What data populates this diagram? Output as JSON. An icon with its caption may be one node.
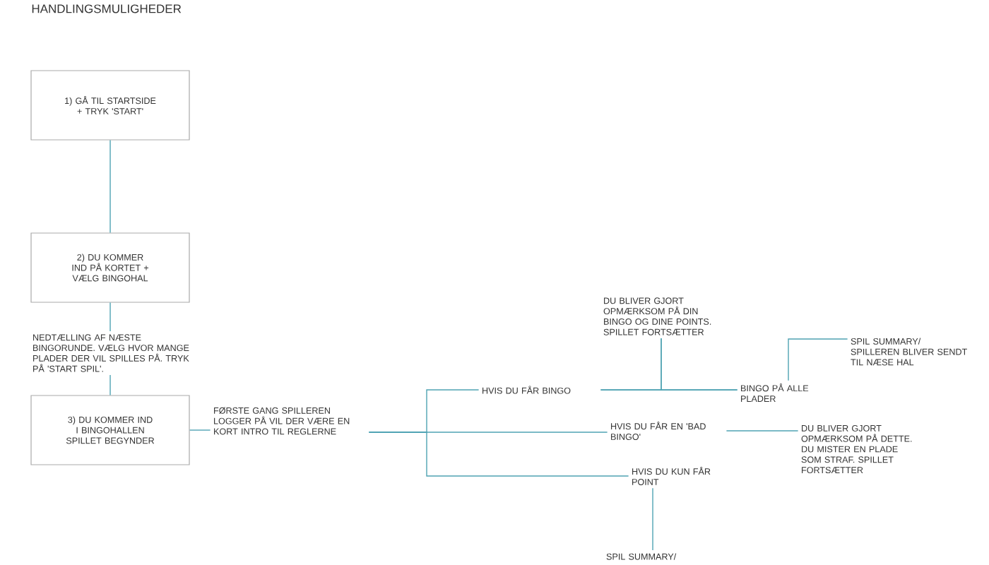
{
  "diagram": {
    "title": "HANDLINGSMULIGHEDER",
    "nodes": [
      {
        "text": [
          "1) GÅ TIL STARTSIDE + TRYK 'START'"
        ]
      },
      {
        "text": [
          "2) DU KOMMER IND PÅ KORTET + VÆLG BINGOHAL"
        ]
      },
      {
        "text": [
          "NEDTÆLLING AF NÆSTE BINGORUNDE. VÆLG HVOR MANGE PLADER DER VIL SPILLES PÅ. TRYK PÅ 'START SPIL'."
        ]
      },
      {
        "text": [
          "3) DU KOMMER IND I BINGOHALLEN SPILLET BEGYNDER"
        ]
      },
      {
        "text": [
          "FØRSTE GANG SPILLEREN LOGGER PÅ VIL DER VÆRE EN KORT INTRO TIL REGLERNE"
        ]
      },
      {
        "text": [
          "HVIS DU FÅR BINGO"
        ]
      },
      {
        "text": [
          "DU BLIVER GJORT OPMÆRKSOM PÅ DIN BINGO OG DINE POINTS. SPILLET FORTSÆTTER"
        ]
      },
      {
        "text": [
          "BINGO PÅ ALLE PLADER"
        ]
      },
      {
        "text": [
          "SPIL SUMMARY/ SPILLEREN BLIVER SENDT TIL NÆSE HAL"
        ]
      },
      {
        "text": [
          "HVIS DU FÅR EN 'BAD BINGO'"
        ]
      },
      {
        "text": [
          "DU BLIVER GJORT OPMÆRKSOM PÅ DETTE. DU MISTER EN PLADE SOM STRAF. SPILLET FORTSÆTTER"
        ]
      },
      {
        "text": [
          "HVIS DU KUN FÅR POINT"
        ]
      },
      {
        "text": [
          "SPIL SUMMARY/"
        ]
      }
    ],
    "edges": [
      {
        "from": 0,
        "to": 1,
        "arrow": "none"
      },
      {
        "from": 1,
        "to": 2,
        "arrow": "none"
      },
      {
        "from": 2,
        "to": 3,
        "arrow": "none"
      },
      {
        "from": 3,
        "to": 4,
        "arrow": "none"
      },
      {
        "from": 4,
        "to": 5,
        "arrow": "none"
      },
      {
        "from": 4,
        "to": 9,
        "arrow": "none"
      },
      {
        "from": 4,
        "to": 11,
        "arrow": "none"
      },
      {
        "from": 5,
        "to": 7,
        "arrow": "none"
      },
      {
        "from": 6,
        "to": 5,
        "arrow": "none"
      },
      {
        "from": 6,
        "to": 7,
        "arrow": "none"
      },
      {
        "from": 7,
        "to": 8,
        "arrow": "none"
      },
      {
        "from": 9,
        "to": 10,
        "arrow": "none"
      },
      {
        "from": 11,
        "to": 12,
        "arrow": "none"
      }
    ]
  }
}
